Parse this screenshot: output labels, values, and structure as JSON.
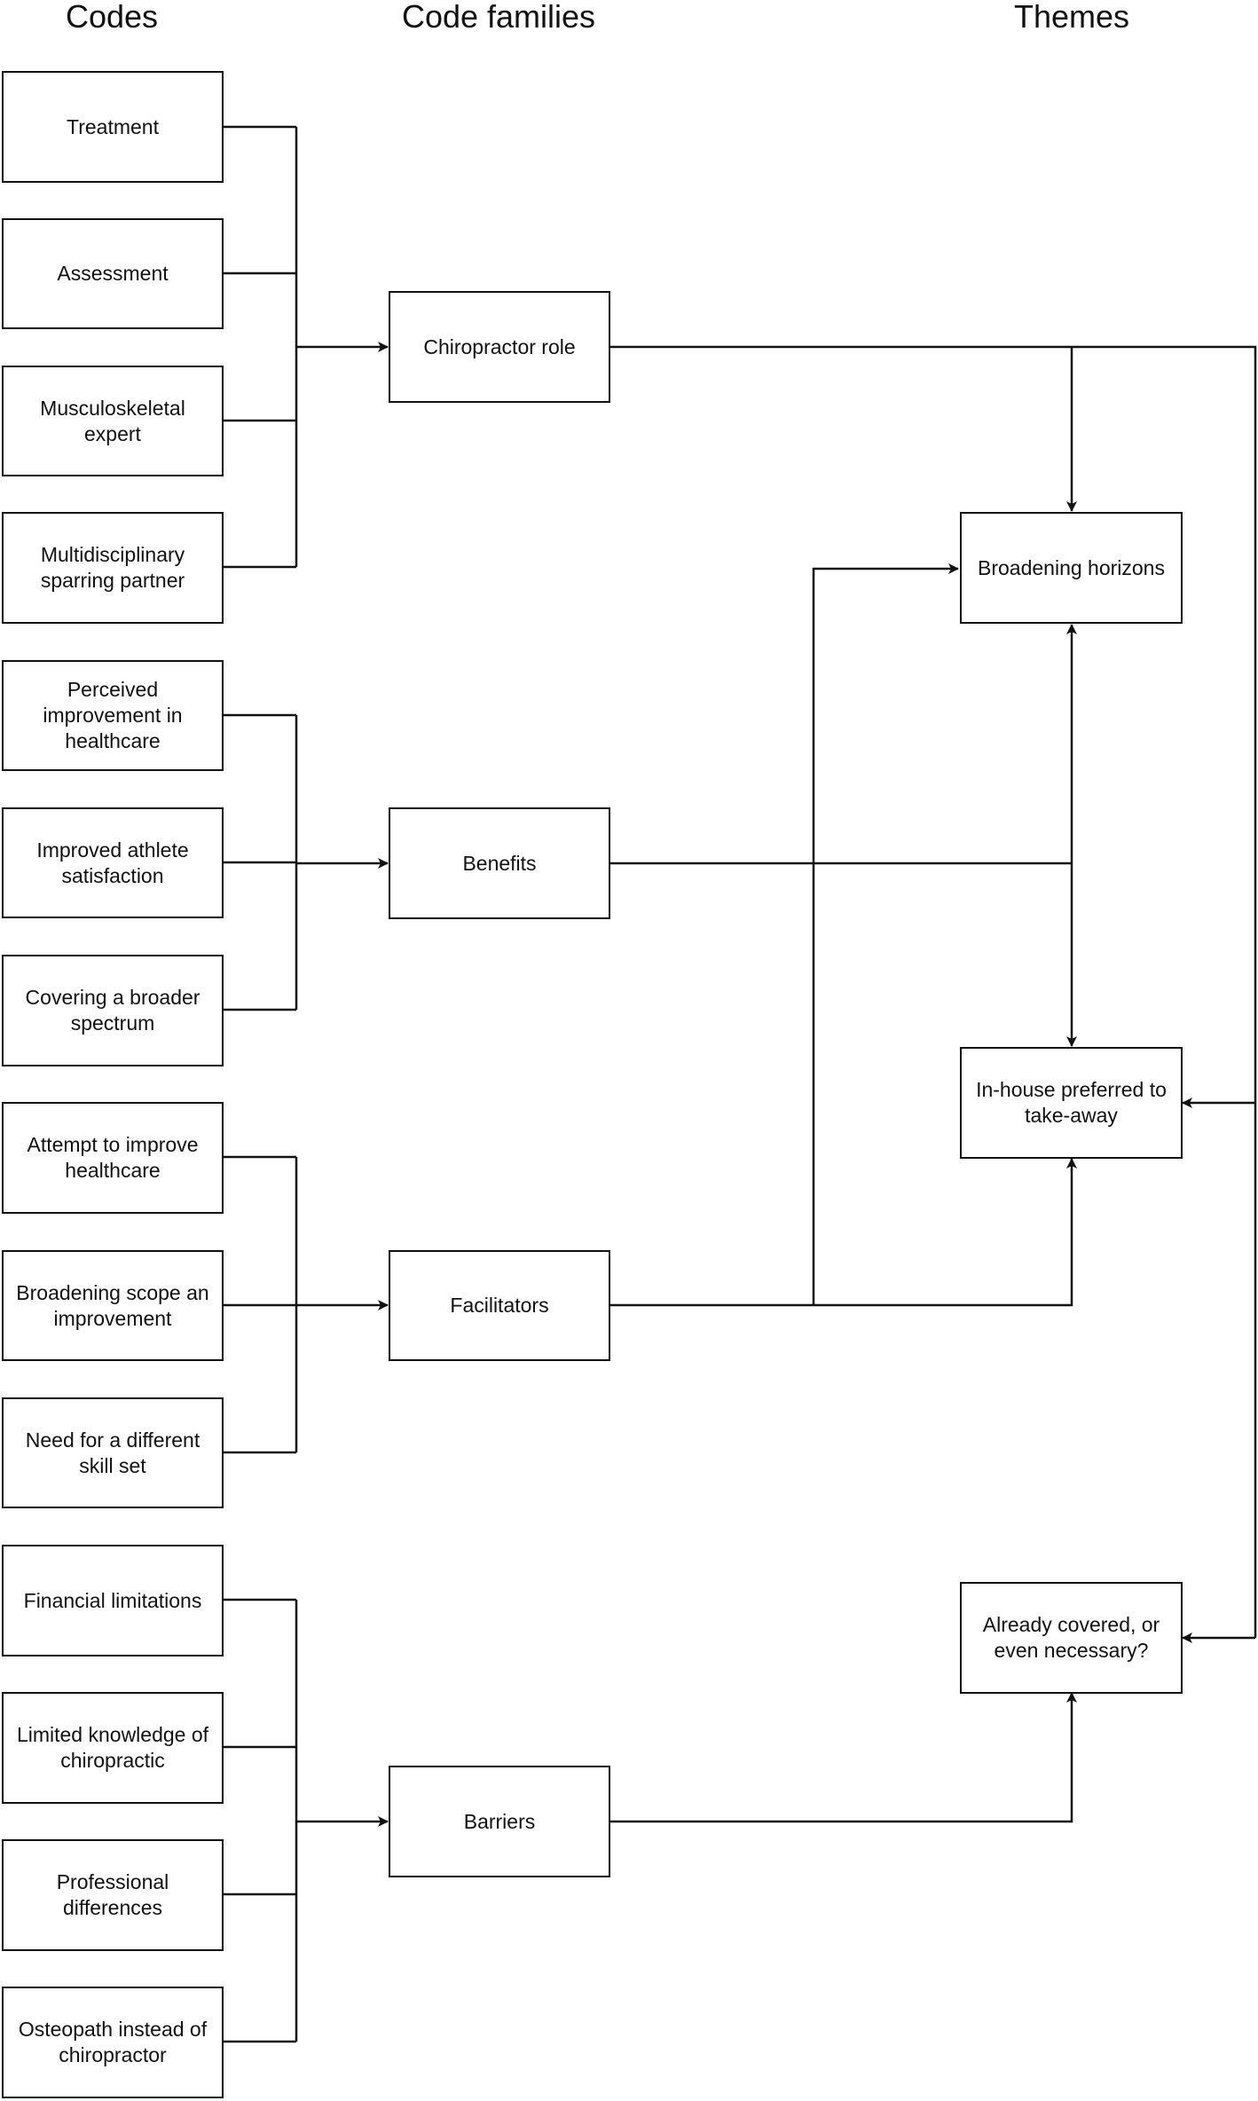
{
  "headers": {
    "codes": "Codes",
    "code_families": "Code families",
    "themes": "Themes"
  },
  "codes": [
    "Treatment",
    "Assessment",
    "Musculoskeletal\nexpert",
    "Multidisciplinary\nsparring partner",
    "Perceived\nimprovement in\nhealthcare",
    "Improved athlete\nsatisfaction",
    "Covering a broader\nspectrum",
    "Attempt to improve\nhealthcare",
    "Broadening scope an\nimprovement",
    "Need for a different\nskill set",
    "Financial limitations",
    "Limited knowledge of\nchiropractic",
    "Professional\ndifferences",
    "Osteopath instead of\nchiropractor"
  ],
  "code_families": [
    "Chiropractor role",
    "Benefits",
    "Facilitators",
    "Barriers"
  ],
  "themes": [
    "Broadening horizons",
    "In-house preferred to\ntake-away",
    "Already covered, or\neven necessary?"
  ],
  "colors": {
    "line": "#111111",
    "box_border": "#111111",
    "background": "#ffffff"
  }
}
